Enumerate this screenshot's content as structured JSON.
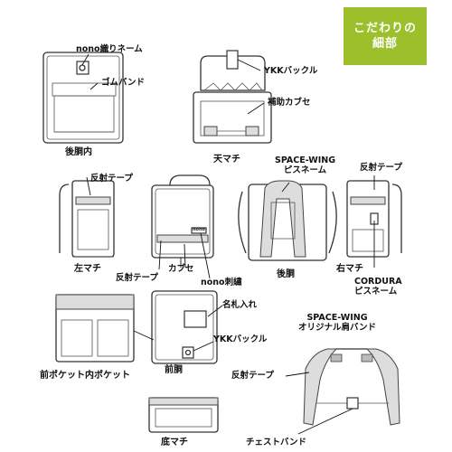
{
  "badge": {
    "line1": "こだわりの",
    "line2": "細部"
  },
  "labels": {
    "nono_woven_name": "nono織りネーム",
    "rubber_band": "ゴムバンド",
    "back_inside": "後胴内",
    "ykk_buckle_top": "YKKバックル",
    "aux_flap": "補助カブセ",
    "top_gusset": "天マチ",
    "space_wing_name_tag": "SPACE-WING\nピスネーム",
    "reflective_tape_1": "反射テープ",
    "reflective_tape_2": "反射テープ",
    "left_gusset": "左マチ",
    "reflective_tape_3": "反射テープ",
    "flap": "カブセ",
    "nono_embroidery": "nono刺繍",
    "back_body": "後胴",
    "right_gusset": "右マチ",
    "cordura_name_tag": "CORDURA\nピスネーム",
    "name_holder": "名札入れ",
    "ykk_buckle_front": "YKKバックル",
    "front_pocket_inner": "前ポケット内ポケット",
    "front_body": "前胴",
    "space_wing_straps": "SPACE-WING\nオリジナル肩バンド",
    "reflective_tape_4": "反射テープ",
    "bottom_gusset": "底マチ",
    "chest_band": "チェストバンド"
  },
  "emblem_text": "nono"
}
